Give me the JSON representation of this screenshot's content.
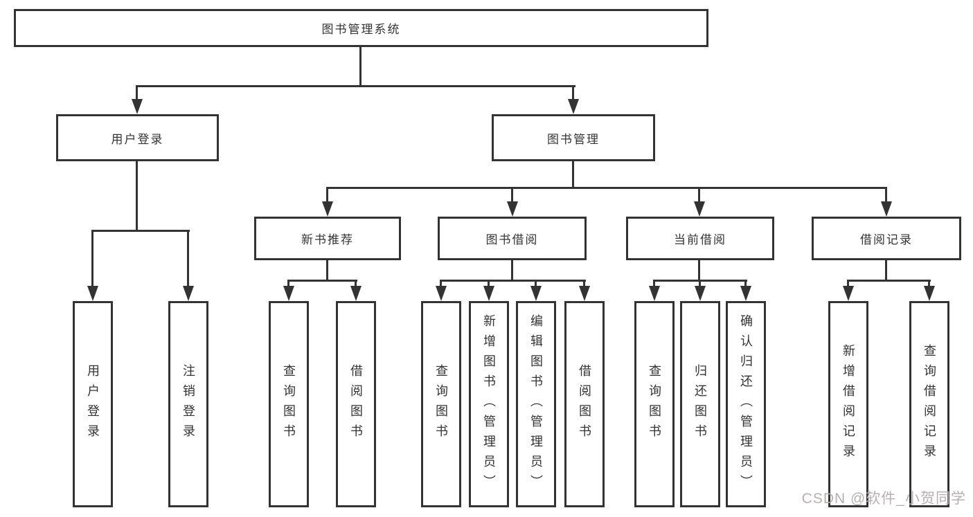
{
  "diagram": {
    "root": {
      "label": "图书管理系统"
    },
    "level2": [
      {
        "label": "用户登录"
      },
      {
        "label": "图书管理"
      }
    ],
    "level3": [
      {
        "label": "新书推荐"
      },
      {
        "label": "图书借阅"
      },
      {
        "label": "当前借阅"
      },
      {
        "label": "借阅记录"
      }
    ],
    "leaves": {
      "user_login": [
        "用户登录",
        "注销登录"
      ],
      "new_book_recommend": [
        "查询图书",
        "借阅图书"
      ],
      "book_borrow": [
        "查询图书",
        "新增图书（管理员）",
        "编辑图书（管理员）",
        "借阅图书"
      ],
      "current_borrow": [
        "查询图书",
        "归还图书",
        "确认归还（管理员）"
      ],
      "borrow_record": [
        "新增借阅记录",
        "查询借阅记录"
      ]
    }
  },
  "watermark": {
    "text": "CSDN @软件_小贺同学"
  },
  "colors": {
    "line": "#333333",
    "text": "#333333",
    "box_background": "#ffffff",
    "page_background": "#ffffff",
    "watermark": "#b6b0b0"
  }
}
